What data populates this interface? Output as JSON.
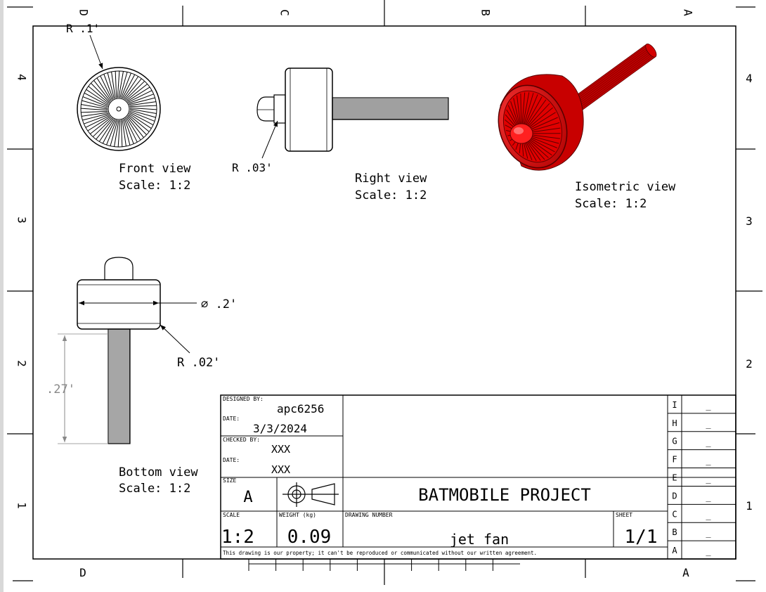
{
  "zones": {
    "top": [
      "D",
      "C",
      "B",
      "A"
    ],
    "bottom": [
      "D",
      "A"
    ],
    "left": [
      "4",
      "3",
      "2",
      "1"
    ],
    "right": [
      "4",
      "3",
      "2",
      "1"
    ]
  },
  "views": {
    "front": {
      "title": "Front view",
      "scale": "Scale:  1:2",
      "dim_radius": "R .1'"
    },
    "right": {
      "title": "Right view",
      "scale": "Scale:  1:2",
      "dim_radius": "R .03'"
    },
    "isometric": {
      "title": "Isometric view",
      "scale": "Scale:  1:2"
    },
    "bottom": {
      "title": "Bottom view",
      "scale": "Scale:  1:2",
      "dim_diameter": "∅ .2'",
      "dim_radius": "R .02'",
      "dim_length": ".27'"
    }
  },
  "title_block": {
    "designed_by_label": "DESIGNED BY:",
    "designed_by": "apc6256",
    "date_label": "DATE:",
    "date": "3/3/2024",
    "checked_by_label": "CHECKED BY:",
    "checked_by": "XXX",
    "date2_label": "DATE:",
    "date2": "XXX",
    "size_label": "SIZE",
    "size": "A",
    "project": "BATMOBILE PROJECT",
    "scale_label": "SCALE",
    "scale": "1:2",
    "weight_label": "WEIGHT (kg)",
    "weight": "0.09",
    "drawing_number_label": "DRAWING NUMBER",
    "drawing_number": "jet fan",
    "sheet_label": "SHEET",
    "sheet": "1/1",
    "disclaimer": "This drawing is our property; it can't be reproduced or communicated without our written agreement."
  },
  "revisions": [
    {
      "letter": "I",
      "value": "_"
    },
    {
      "letter": "H",
      "value": "_"
    },
    {
      "letter": "G",
      "value": "_"
    },
    {
      "letter": "F",
      "value": "_"
    },
    {
      "letter": "E",
      "value": "_"
    },
    {
      "letter": "D",
      "value": "_"
    },
    {
      "letter": "C",
      "value": "_"
    },
    {
      "letter": "B",
      "value": "_"
    },
    {
      "letter": "A",
      "value": "_"
    }
  ],
  "colors": {
    "iso_body": "#e00000",
    "iso_dark": "#8a0000",
    "dim_gray": "#888888"
  }
}
